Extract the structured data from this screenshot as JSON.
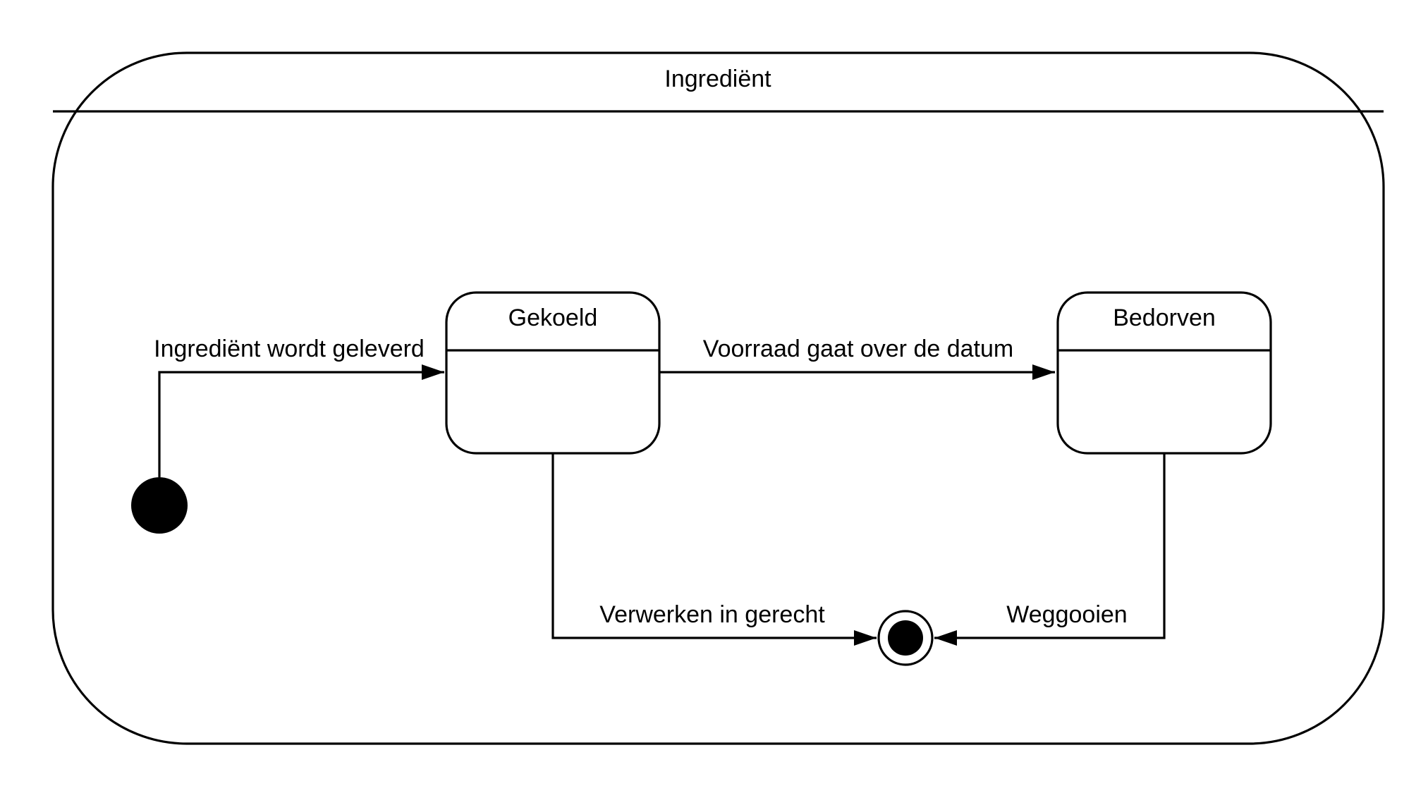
{
  "diagram": {
    "composite_state": {
      "title": "Ingrediënt"
    },
    "states": [
      {
        "name": "Gekoeld"
      },
      {
        "name": "Bedorven"
      }
    ],
    "transitions": [
      {
        "label": "Ingrediënt wordt geleverd",
        "from": "initial",
        "to": "Gekoeld"
      },
      {
        "label": "Voorraad gaat over de datum",
        "from": "Gekoeld",
        "to": "Bedorven"
      },
      {
        "label": "Verwerken in gerecht",
        "from": "Gekoeld",
        "to": "final"
      },
      {
        "label": "Weggooien",
        "from": "Bedorven",
        "to": "final"
      }
    ]
  }
}
